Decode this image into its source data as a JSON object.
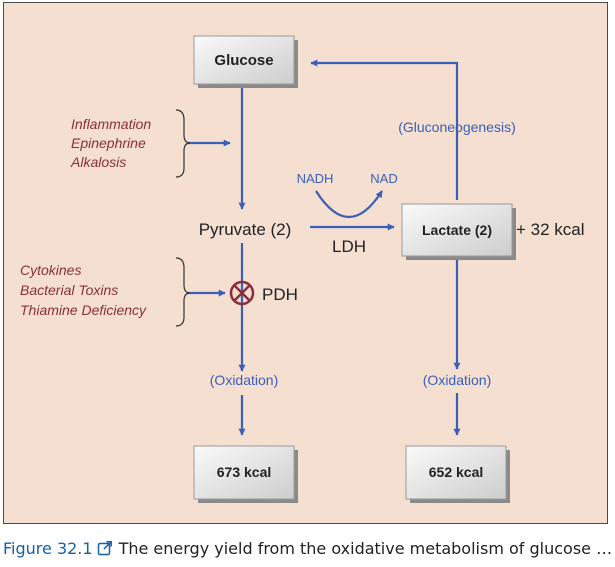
{
  "boxes": {
    "glucose": "Glucose",
    "lactate": "Lactate (2)",
    "kcal_left": "673 kcal",
    "kcal_right": "652 kcal"
  },
  "labels": {
    "pyruvate": "Pyruvate (2)",
    "plus_kcal": "+ 32 kcal",
    "gluconeogenesis": "(Gluconeogenesis)",
    "nadh": "NADH",
    "nad": "NAD",
    "ldh": "LDH",
    "pdh": "PDH",
    "oxidation_left": "(Oxidation)",
    "oxidation_right": "(Oxidation)"
  },
  "factors_top": [
    "Inflammation",
    "Epinephrine",
    "Alkalosis"
  ],
  "factors_bottom": [
    "Cytokines",
    "Bacterial Toxins",
    "Thiamine Deficiency"
  ],
  "caption": {
    "label": "Figure 32.1",
    "text": "The energy yield from the oxidative metabolism of glucose …"
  },
  "colors": {
    "background": "#f4dfd0",
    "arrow": "#3b5fb8",
    "factor_text": "#8a2f3a",
    "inhibitor": "#8a2f3a",
    "caption_link": "#1a5fa8"
  }
}
